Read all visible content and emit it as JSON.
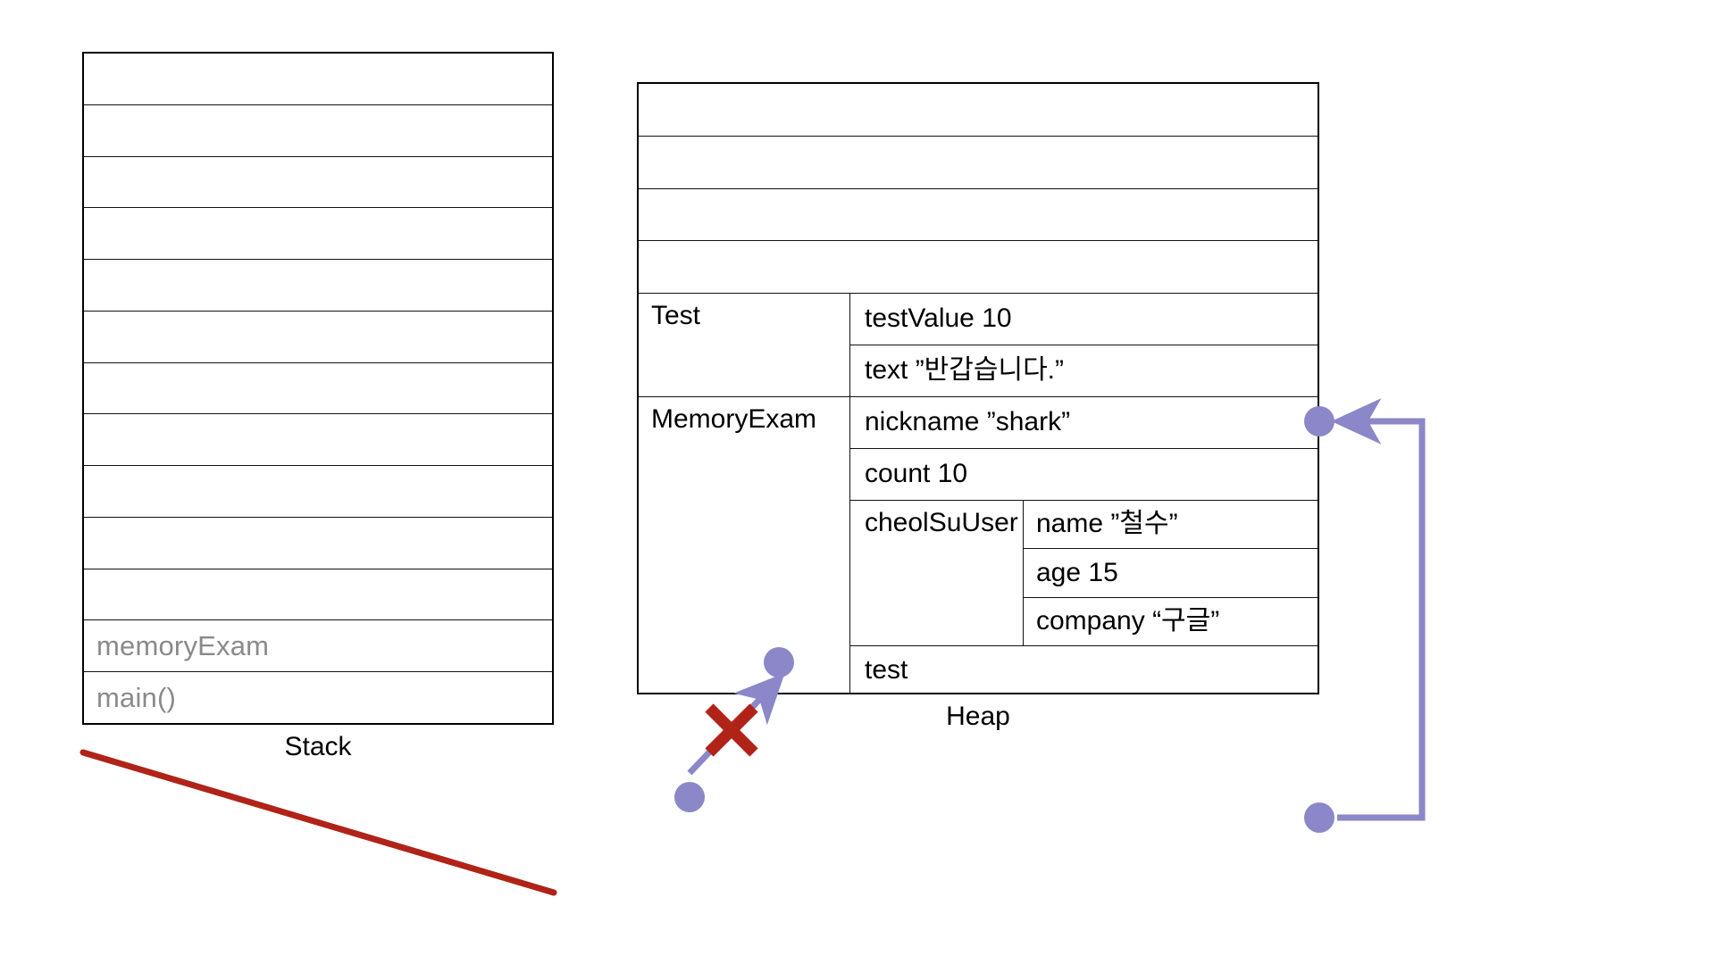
{
  "diagram": {
    "title_stack": "Stack",
    "title_heap": "Heap"
  },
  "stack": {
    "caption": "Stack",
    "empty_row_count": 11,
    "frames": [
      {
        "label": "memoryExam"
      },
      {
        "label": "main()"
      }
    ],
    "strikethrough": {
      "present": true,
      "color": "#b02318",
      "meaning": "stack-frames-popped"
    },
    "frame_text_color": "#8a8a8a"
  },
  "heap": {
    "caption": "Heap",
    "empty_row_count": 4,
    "objects": [
      {
        "name": "Test",
        "fields": [
          {
            "text": "testValue 10"
          },
          {
            "text": "text ”반갑습니다.”"
          }
        ]
      },
      {
        "name": "MemoryExam",
        "fields": [
          {
            "text": "nickname ”shark”"
          },
          {
            "text": "count 10"
          }
        ],
        "nested": {
          "name": "cheolSuUser",
          "fields": [
            {
              "text": "name ”철수”"
            },
            {
              "text": "age 15"
            },
            {
              "text": "company “구글”"
            }
          ]
        },
        "trailing_fields": [
          {
            "text": "test"
          }
        ]
      }
    ]
  },
  "connectors": {
    "color": "#8b87c9",
    "stack_to_heap": {
      "label": "memoryExam-reference",
      "crossed_out": true,
      "cross_color": "#b02318"
    },
    "test_to_text": {
      "label": "test-field-points-to-Test-object"
    }
  },
  "colors": {
    "purple": "#8b87c9",
    "red": "#b02318",
    "gray_text": "#8a8a8a",
    "border": "#111111"
  }
}
